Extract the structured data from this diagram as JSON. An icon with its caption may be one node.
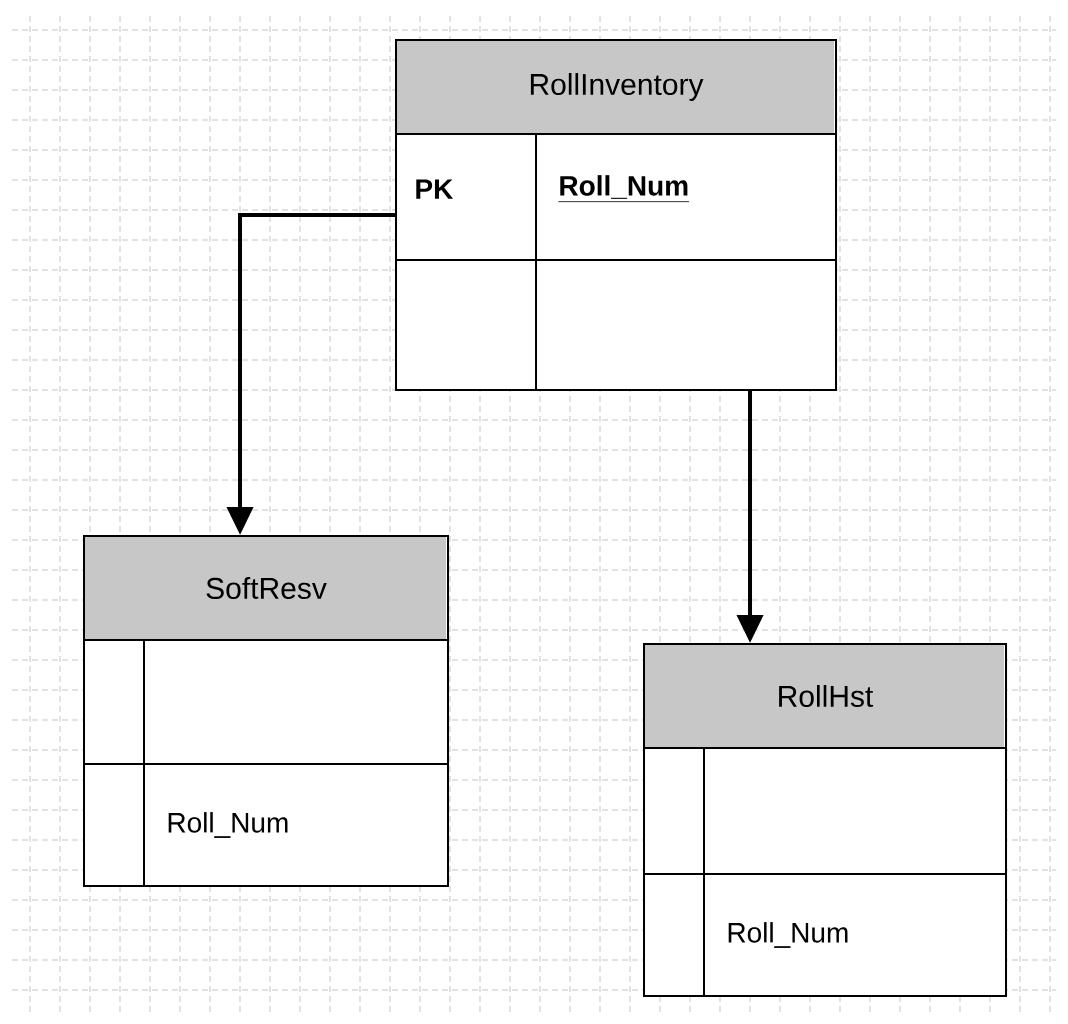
{
  "diagram": {
    "nodes": [
      {
        "text": [
          "RollInventory",
          "PK",
          "Roll_Num"
        ]
      },
      {
        "text": [
          "SoftResv",
          "Roll_Num"
        ]
      },
      {
        "text": [
          "RollHst",
          "Roll_Num"
        ]
      }
    ],
    "edges": [
      {
        "from": 0,
        "to": 1,
        "arrow": "to"
      },
      {
        "from": 0,
        "to": 2,
        "arrow": "to"
      }
    ]
  }
}
